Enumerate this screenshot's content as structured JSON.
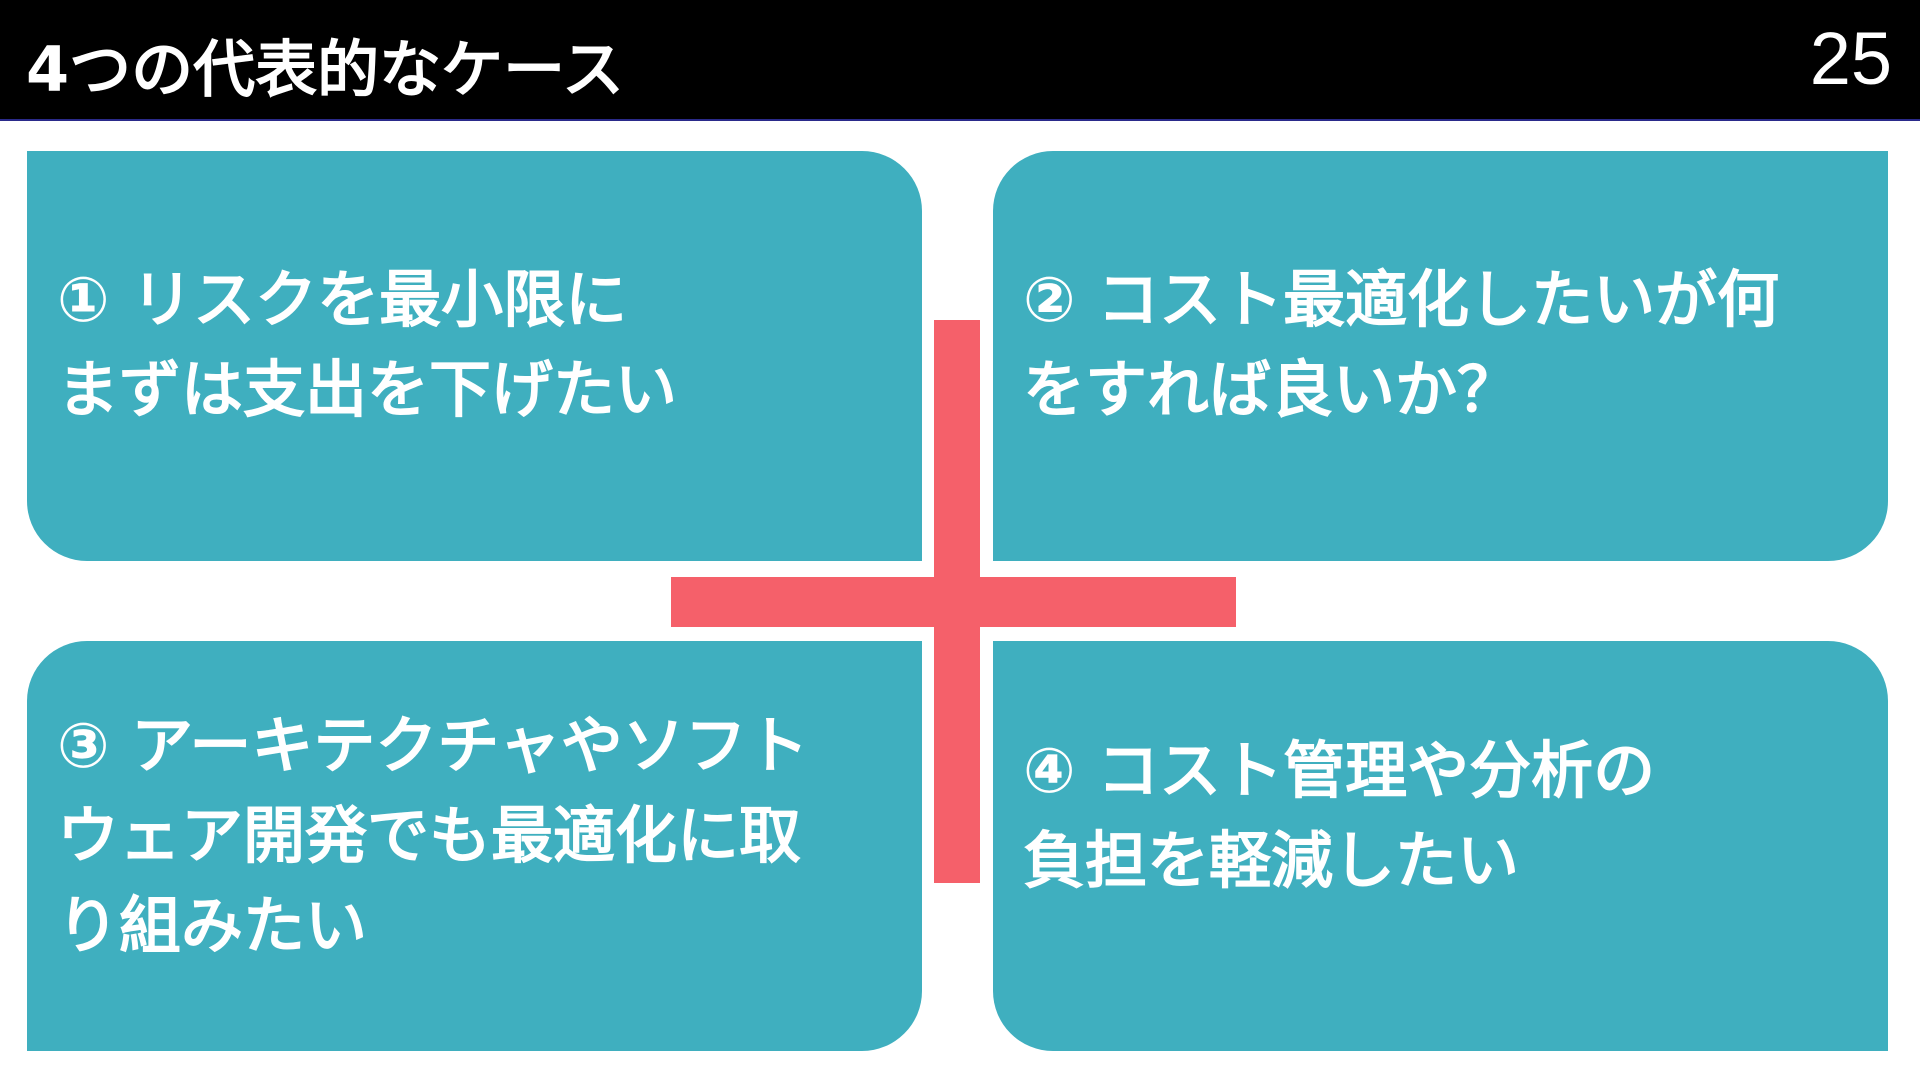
{
  "slide": {
    "title": "4つの代表的なケース",
    "page_number": "25"
  },
  "cards": [
    {
      "lines": [
        "① リスクを最小限に",
        "まずは支出を下げたい"
      ]
    },
    {
      "lines": [
        "② コスト最適化したいが何",
        "をすれば良いか？"
      ]
    },
    {
      "lines": [
        "③ アーキテクチャやソフト",
        "ウェア開発でも最適化に取",
        "り組みたい"
      ]
    },
    {
      "lines": [
        "④ コスト管理や分析の",
        "負担を軽減したい"
      ]
    }
  ],
  "colors": {
    "header_bg": "#000000",
    "card_bg": "#3fafbf",
    "cross": "#f5606a",
    "text": "#ffffff"
  }
}
